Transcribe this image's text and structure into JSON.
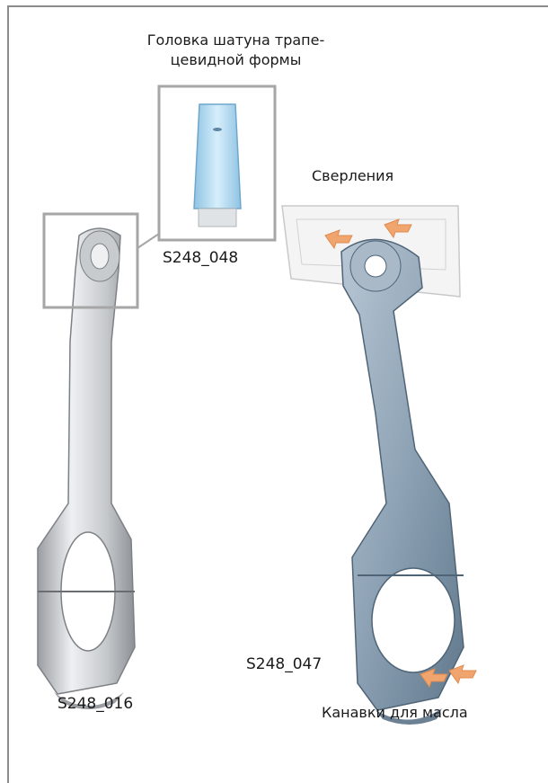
{
  "labels": {
    "rod_head_line1": "Головка шатуна трапе-",
    "rod_head_line2": "цевидной  формы",
    "drillings": "Сверления",
    "oil_grooves": "Канавки для масла"
  },
  "codes": {
    "detail": "S248_048",
    "left_rod": "S248_016",
    "right_rod": "S248_047"
  },
  "colors": {
    "frame": "#8c8c8c",
    "callout_box": "#a6a6a6",
    "left_rod": "#d6d8db",
    "right_rod": "#8ea3b5",
    "detail_head": "#bfe0f2",
    "oil_arrows": "#f0a46e"
  }
}
